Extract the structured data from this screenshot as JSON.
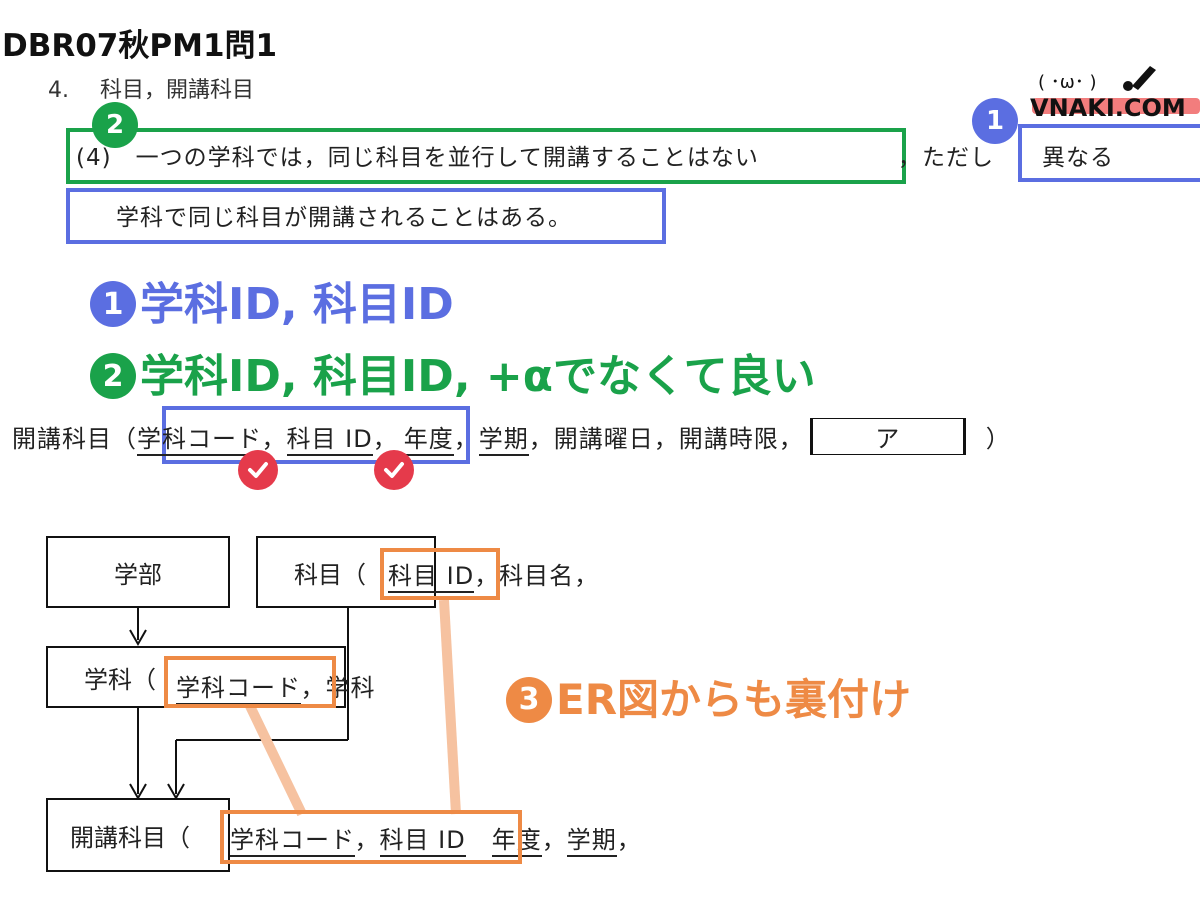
{
  "title": "DBR07秋PM1問1",
  "section": {
    "number": "4.",
    "heading": "科目，開講科目"
  },
  "question": {
    "line1_marked": "(4)　一つの学科では，同じ科目を並行して開講することはない",
    "line1_rest": "，ただし",
    "line1_boxed": "異なる",
    "line2": "学科で同じ科目が開講されることはある。"
  },
  "badges": {
    "one": "1",
    "two": "2",
    "three": "3"
  },
  "logo": {
    "face": "( ･ω･ )",
    "text": "VNAKI.COM"
  },
  "answers": {
    "a1": "学科ID, 科目ID",
    "a2": "学科ID, 科目ID, +αでなくて良い",
    "a3": "ER図からも裏付け"
  },
  "schema": {
    "prefix": "開講科目（",
    "key1": "学科コード",
    "sep": "，",
    "key2": "科目 ID",
    "rest1": "，",
    "attr1": "年度",
    "attr2": "学期",
    "rest2": "，開講曜日，開講時限，",
    "blank": "ア",
    "suffix": "）"
  },
  "er": {
    "gakubu": "学部",
    "kamoku_box": "科目（",
    "kamoku_key": "科目 ID",
    "kamoku_rest": "，科目名，",
    "gakka_box": "学科（",
    "gakka_key": "学科コード",
    "gakka_rest": "，学科",
    "kaiko_box": "開講科目（",
    "kaiko_key1": "学科コード",
    "kaiko_sep": "，",
    "kaiko_key2": "科目 ID",
    "kaiko_attr1": "年度",
    "kaiko_attr2": "学期",
    "kaiko_end": "，"
  },
  "colors": {
    "green": "#1aa24a",
    "blue": "#5b6ee1",
    "orange": "#ee8a45",
    "red": "#e53a4b"
  }
}
